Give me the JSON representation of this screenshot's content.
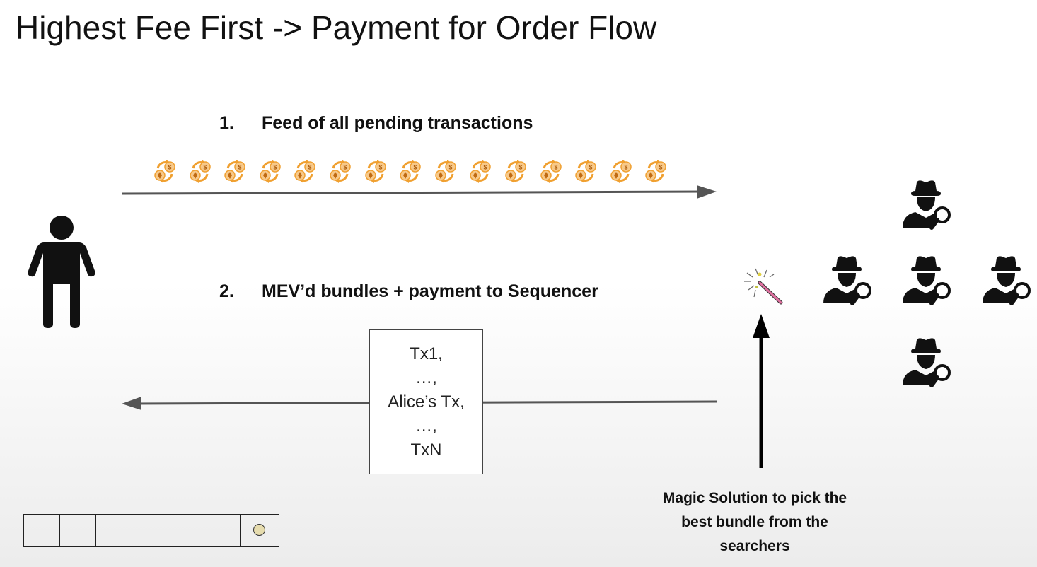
{
  "slide": {
    "title": "Highest Fee First -> Payment for Order Flow",
    "step1": {
      "number": "1.",
      "label": "Feed of all pending transactions"
    },
    "step2": {
      "number": "2.",
      "label": "MEV’d bundles + payment to Sequencer"
    },
    "bundle": [
      "Tx1,",
      "…,",
      "Alice’s Tx,",
      "…,",
      "TxN"
    ],
    "caption": [
      "Magic Solution to pick the",
      "best bundle from the",
      "searchers"
    ],
    "transaction_icon_count": 15,
    "searcher_count": 5,
    "slot_count": 7,
    "filled_slot_index": 6,
    "colors": {
      "arrow_gray": "#555555",
      "coin_orange": "#f0a030",
      "coin_face": "#f7c98a",
      "text": "#111111"
    }
  }
}
